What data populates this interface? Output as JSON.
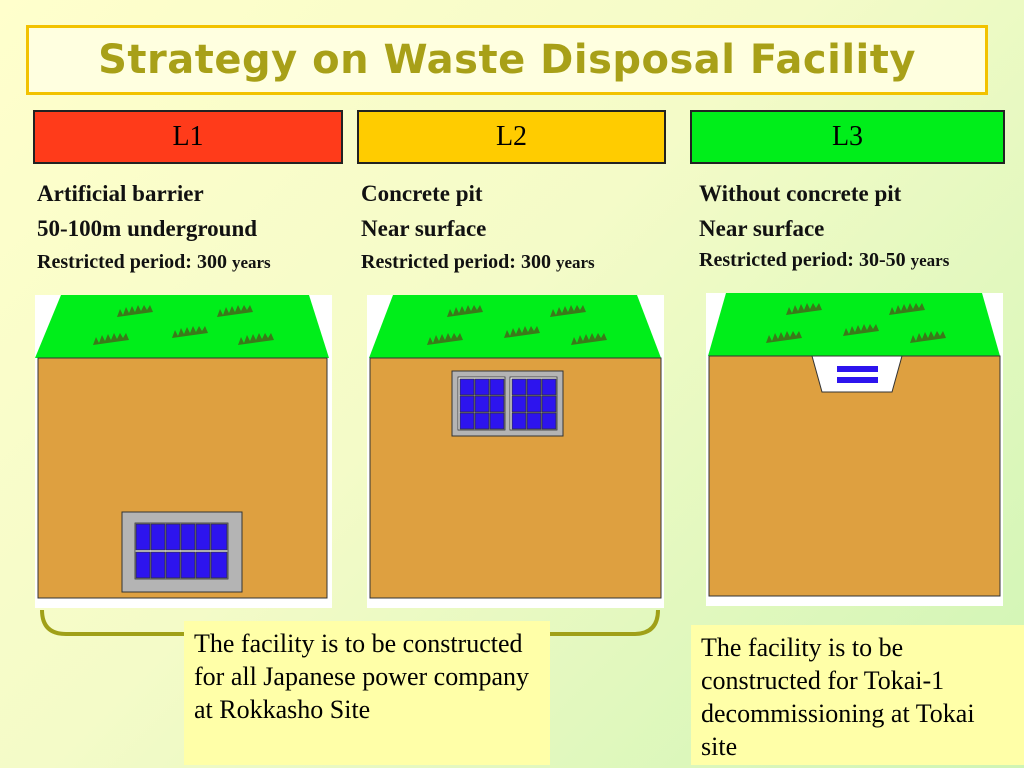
{
  "title": "Strategy on Waste Disposal Facility",
  "levels": [
    {
      "label": "L1",
      "color": "#ff3b1a",
      "lines": [
        "Artificial barrier",
        "50-100m underground"
      ],
      "period_label": "Restricted period: 300",
      "period_unit": "years"
    },
    {
      "label": "L2",
      "color": "#ffcc00",
      "lines": [
        "Concrete pit",
        "Near surface"
      ],
      "period_label": "Restricted period: 300",
      "period_unit": "years"
    },
    {
      "label": "L3",
      "color": "#00ee1a",
      "lines": [
        "Without concrete pit",
        "Near surface"
      ],
      "period_label": "Restricted period: 30-50",
      "period_unit": "years"
    }
  ],
  "notes": [
    "The facility is to be constructed for all Japanese power company at Rokkasho Site",
    "The facility is to be constructed for Tokai-1 decommissioning at Tokai site"
  ],
  "colors": {
    "ground": "#dea040",
    "grass": "#00ee1a",
    "waste_block": "#2d14ee",
    "concrete": "#b4b4b4",
    "bracket": "#a0a018"
  }
}
